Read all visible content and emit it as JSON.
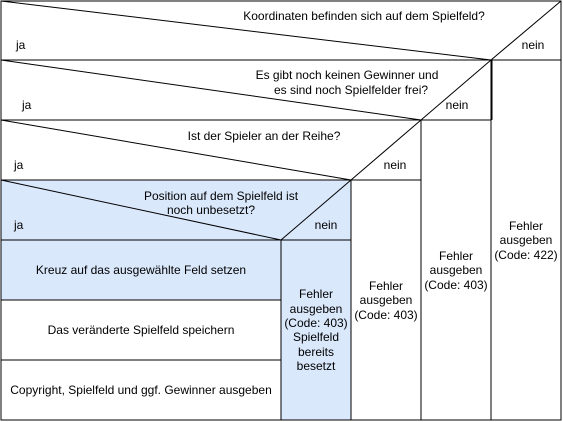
{
  "colors": {
    "highlight_fill": "#dae8fc",
    "line": "#000000",
    "background": "#ffffff"
  },
  "nodes": {
    "c1": {
      "question": "Koordinaten befinden sich auf dem Spielfeld?",
      "yes": "ja",
      "no": "nein"
    },
    "c2": {
      "question_line1": "Es gibt noch keinen Gewinner und",
      "question_line2": "es sind noch Spielfelder frei?",
      "yes": "ja",
      "no": "nein"
    },
    "c3": {
      "question": "Ist der Spieler an der Reihe?",
      "yes": "ja",
      "no": "nein"
    },
    "c4": {
      "question_line1": "Position auf dem Spielfeld ist",
      "question_line2": "noch unbesetzt?",
      "yes": "ja",
      "no": "nein"
    }
  },
  "actions": {
    "set_cross": "Kreuz auf das ausgewählte Feld setzen",
    "save_field": "Das veränderte Spielfeld speichern",
    "output": "Copyright, Spielfeld und ggf. Gewinner ausgeben"
  },
  "errors": {
    "e403_occupied": {
      "l1": "Fehler",
      "l2": "ausgeben",
      "l3": "(Code: 403)",
      "l4": "Spielfeld",
      "l5": "bereits",
      "l6": "besetzt"
    },
    "e403_turn": {
      "l1": "Fehler",
      "l2": "ausgeben",
      "l3": "(Code: 403)"
    },
    "e403_game": {
      "l1": "Fehler",
      "l2": "ausgeben",
      "l3": "(Code: 403)"
    },
    "e422": {
      "l1": "Fehler",
      "l2": "ausgeben",
      "l3": "(Code: 422)"
    }
  }
}
